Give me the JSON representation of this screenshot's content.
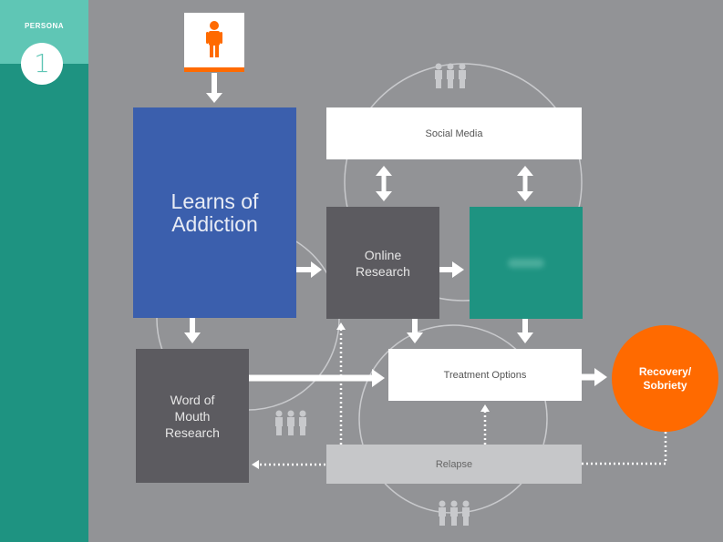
{
  "sidebar": {
    "label": "PERSONA",
    "number": "1"
  },
  "diagram": {
    "start_icon": "person-icon",
    "boxes": {
      "learns": "Learns of Addiction",
      "social_media": "Social Media",
      "online_research": "Online Research",
      "redacted": "",
      "word_of_mouth": "Word of Mouth Research",
      "treatment_options": "Treatment Options",
      "relapse": "Relapse",
      "recovery": "Recovery/ Sobriety"
    },
    "group_icons": [
      "people-group-icon",
      "people-group-icon",
      "people-group-icon"
    ],
    "colors": {
      "background": "#929396",
      "sidebar": "#1e9381",
      "sidebar_top": "#5fc6b5",
      "learns": "#3b5fad",
      "dark_box": "#5c5b60",
      "teal_box": "#1e9381",
      "relapse": "#c6c7c9",
      "recovery": "#ff6a00"
    }
  }
}
